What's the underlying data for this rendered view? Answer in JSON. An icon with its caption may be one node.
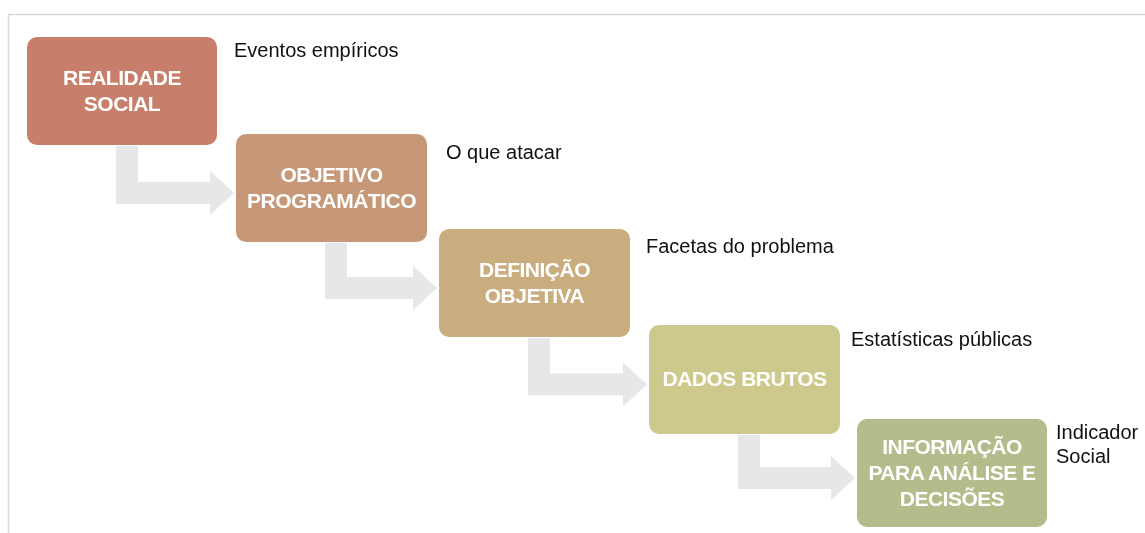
{
  "diagram": {
    "nodes": [
      {
        "text": [
          "REALIDADE SOCIAL"
        ],
        "beside": [
          "Eventos empíricos"
        ]
      },
      {
        "text": [
          "OBJETIVO PROGRAMÁTICO"
        ],
        "beside": [
          "O que atacar"
        ]
      },
      {
        "text": [
          "DEFINIÇÃO OBJETIVA"
        ],
        "beside": [
          "Facetas do problema"
        ]
      },
      {
        "text": [
          "DADOS BRUTOS"
        ],
        "beside": [
          "Estatísticas públicas"
        ]
      },
      {
        "text": [
          "INFORMAÇÃO PARA ANÁLISE E DECISÕES"
        ],
        "beside": [
          "Indicador Social"
        ]
      }
    ],
    "edges": [
      {
        "from": 0,
        "to": 1,
        "arrow": "to"
      },
      {
        "from": 1,
        "to": 2,
        "arrow": "to"
      },
      {
        "from": 2,
        "to": 3,
        "arrow": "to"
      },
      {
        "from": 3,
        "to": 4,
        "arrow": "to"
      }
    ]
  }
}
